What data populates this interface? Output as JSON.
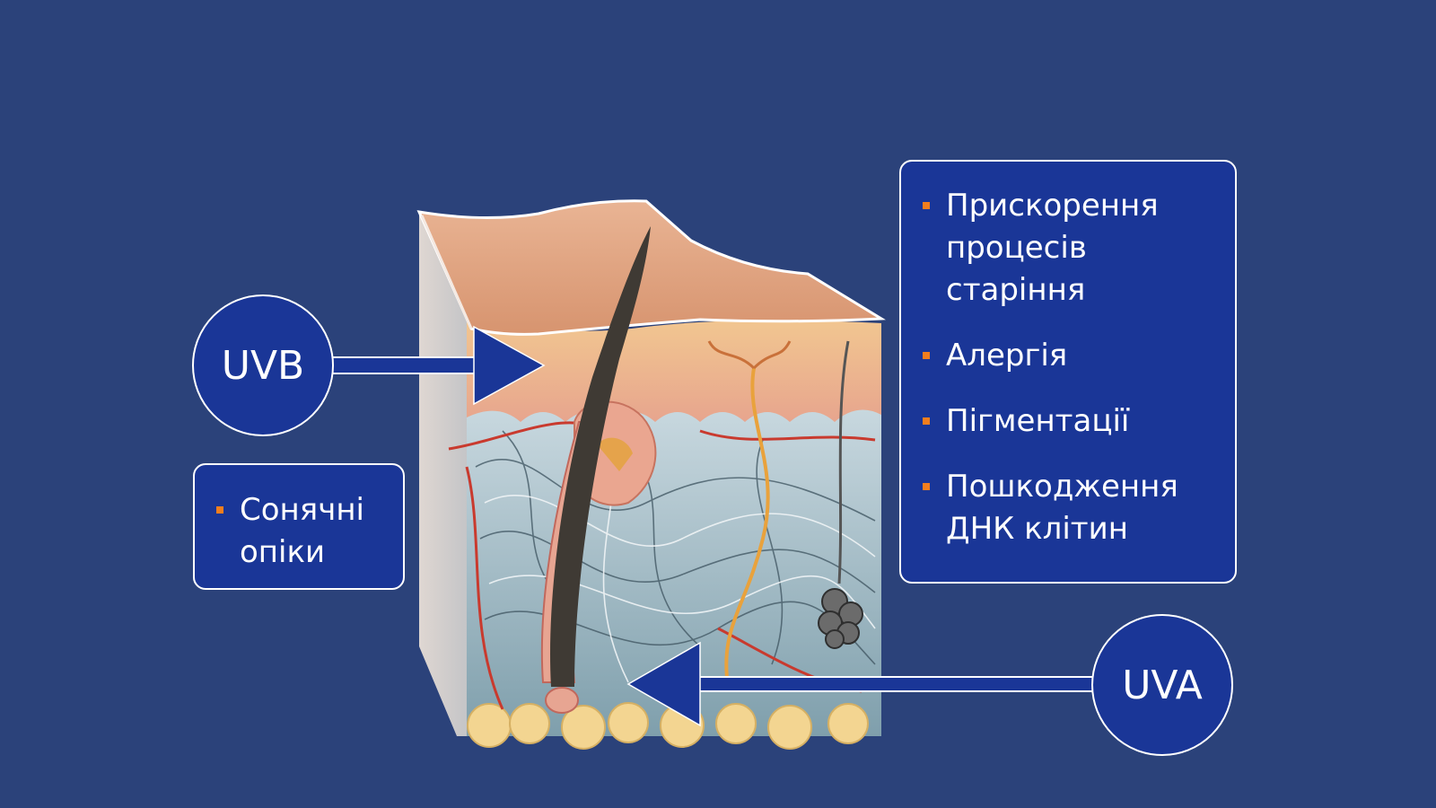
{
  "labels": {
    "uvb": "UVB",
    "uva": "UVA"
  },
  "uvb_effects": [
    "Сонячні опіки"
  ],
  "uva_effects": [
    "Прискорення процесів старіння",
    "Алергія",
    "Пігментації",
    "Пошкодження ДНК клітин"
  ],
  "colors": {
    "background": "#2b427a",
    "panel": "#1a3697",
    "bullet": "#f27e1e",
    "arrow": "#1a3697"
  }
}
